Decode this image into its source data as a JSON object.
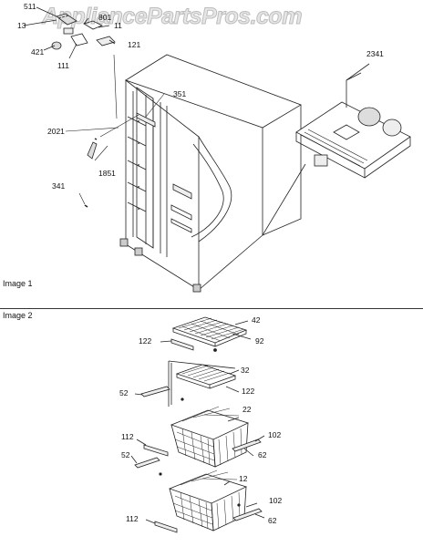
{
  "watermark": "AppliancePartsPros.com",
  "image1": {
    "label": "Image 1",
    "callouts": {
      "p511": "511",
      "p13": "13",
      "p801": "801",
      "p11": "11",
      "p121": "121",
      "p421": "421",
      "p111": "111",
      "p351": "351",
      "p2341": "2341",
      "p2021": "2021",
      "p1851": "1851",
      "p341": "341"
    }
  },
  "image2": {
    "label": "Image 2",
    "callouts": {
      "p42": "42",
      "p122a": "122",
      "p92": "92",
      "p32": "32",
      "p52a": "52",
      "p122b": "122",
      "p22": "22",
      "p102a": "102",
      "p112a": "112",
      "p62a": "62",
      "p52b": "52",
      "p12": "12",
      "p102b": "102",
      "p112b": "112",
      "p62b": "62"
    }
  }
}
